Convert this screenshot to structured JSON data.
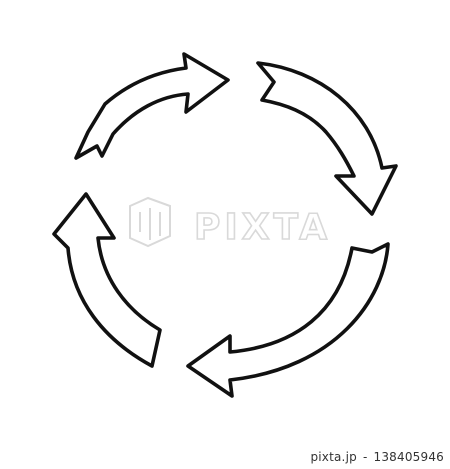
{
  "illustration": {
    "icon": "circular-refresh-arrows-icon",
    "stroke_color": "#111111",
    "fill_color": "#ffffff"
  },
  "watermark": {
    "text": "PIXTA",
    "color": "#d9d9d9"
  },
  "credit": {
    "site": "pixta.jp",
    "separator": "-",
    "image_id": "138405946"
  }
}
